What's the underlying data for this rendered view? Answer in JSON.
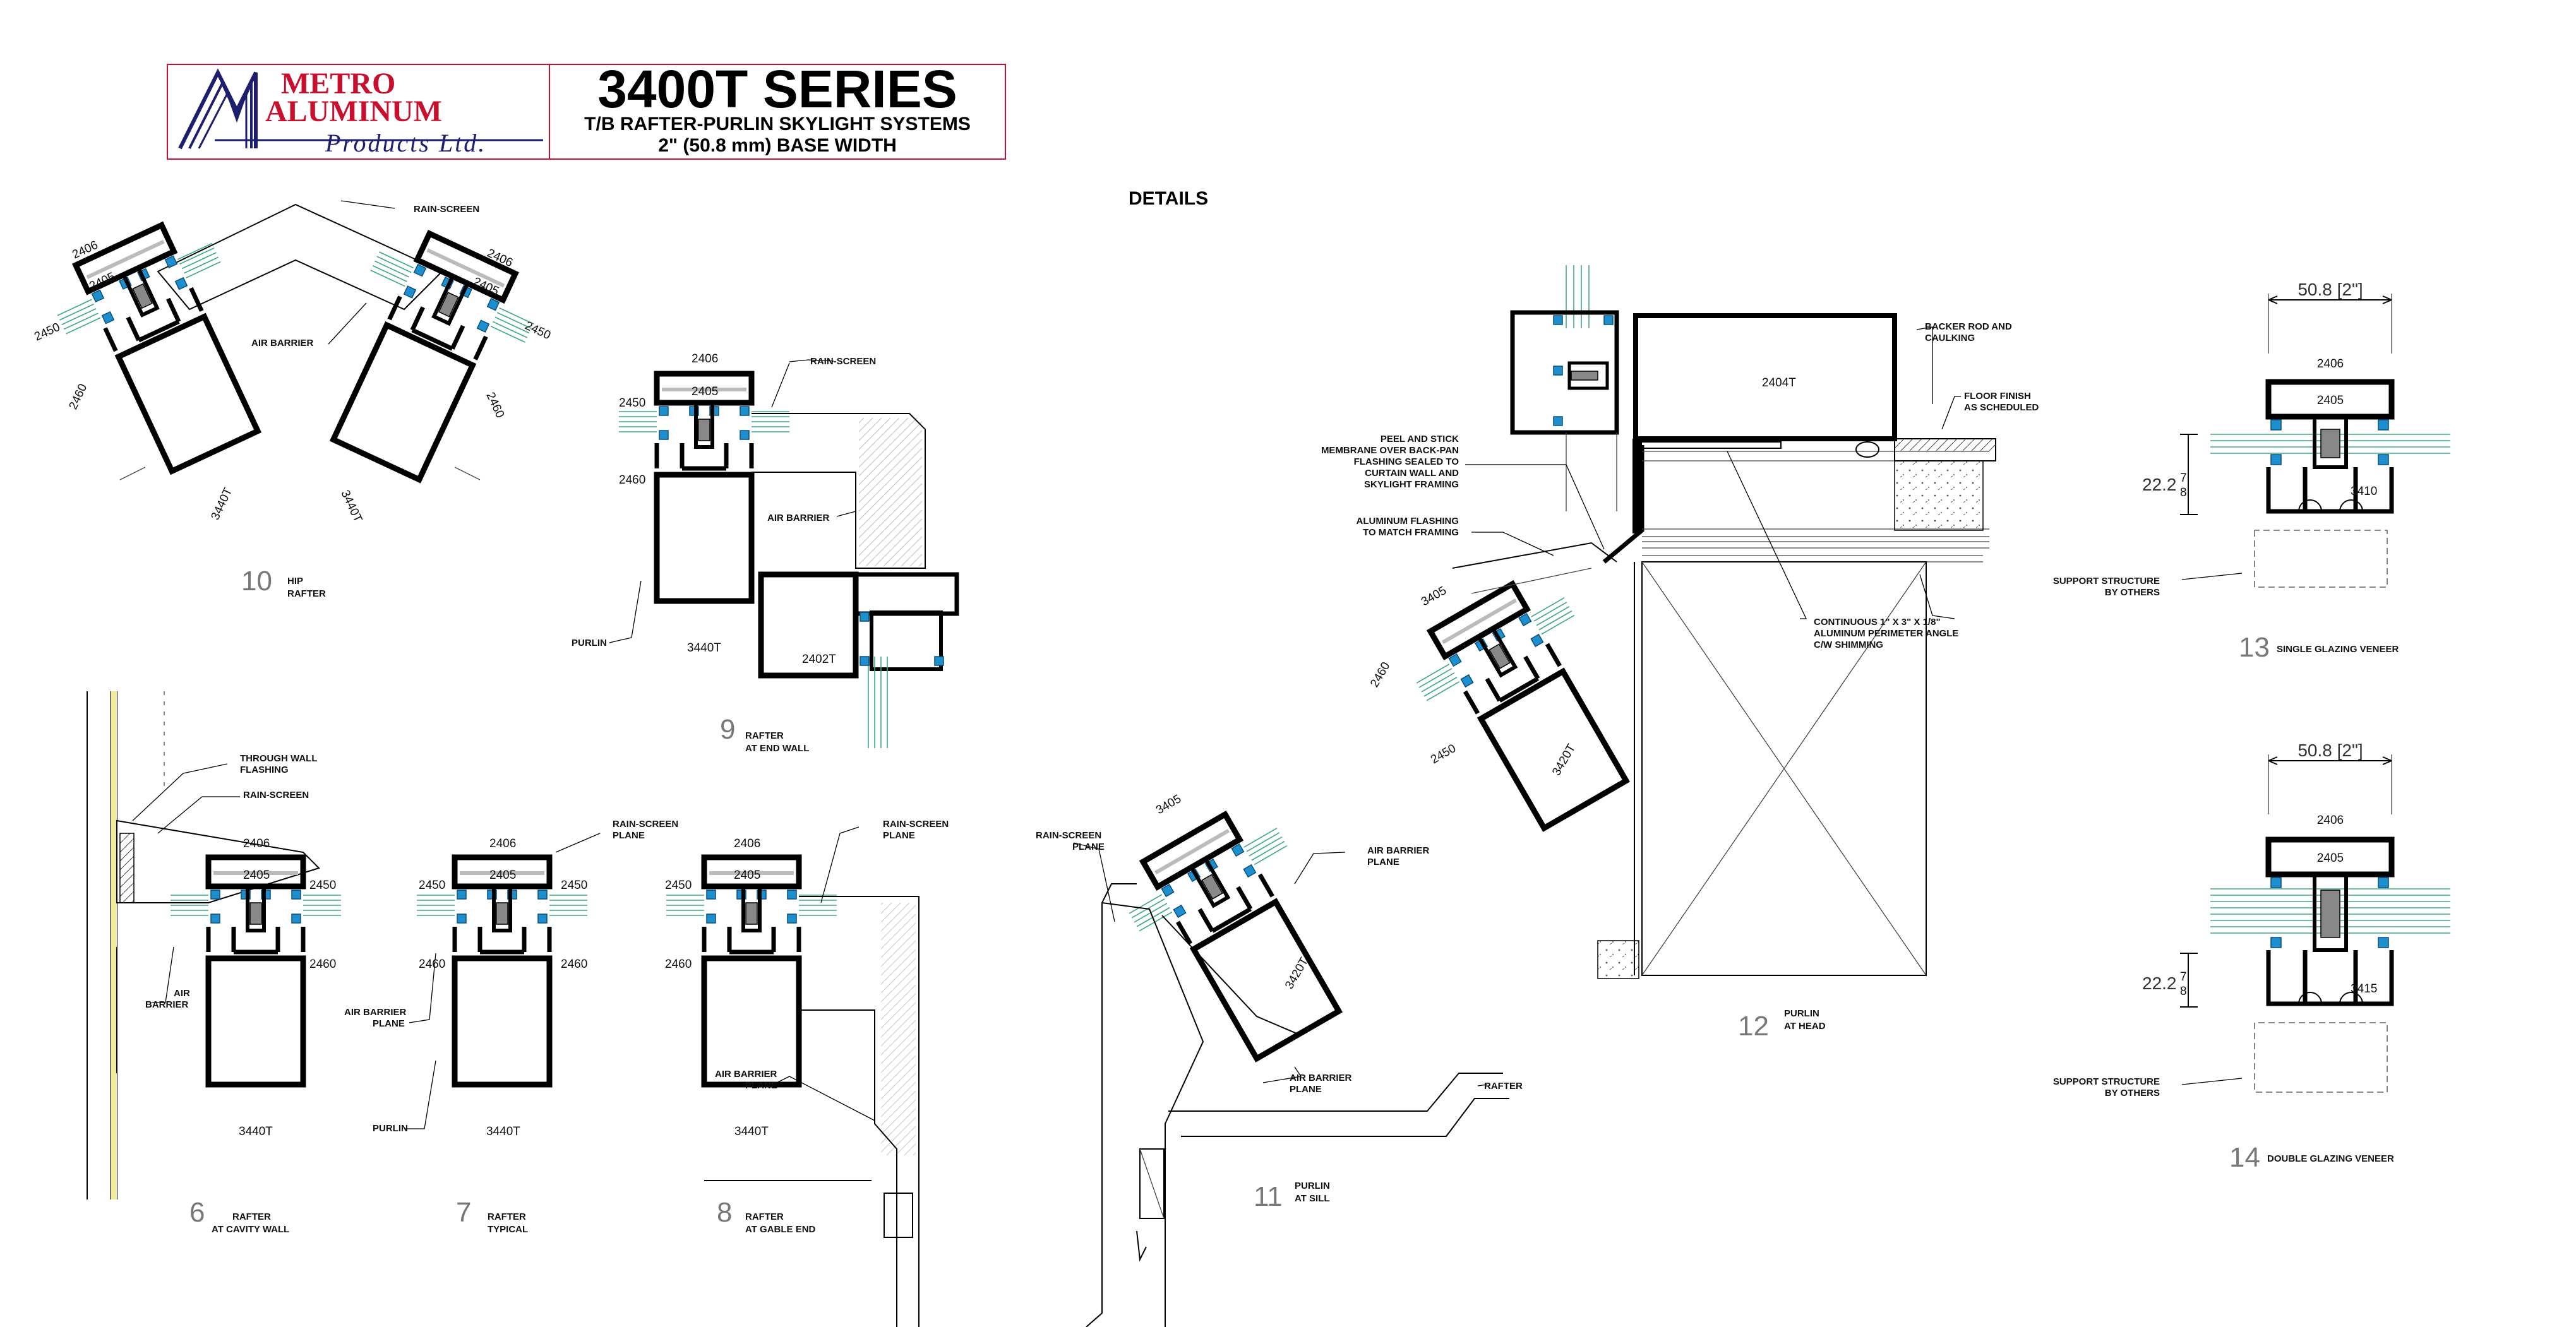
{
  "title_block": {
    "company_line1": "METRO",
    "company_line2": "ALUMINUM",
    "company_line3": "Products Ltd.",
    "series": "3400T SERIES",
    "subtitle1": "T/B RAFTER-PURLIN SKYLIGHT SYSTEMS",
    "subtitle2": "2\" (50.8 mm) BASE WIDTH",
    "brand_red": "#c8102e",
    "brand_navy": "#1e1e6e"
  },
  "section_heading": "DETAILS",
  "colors": {
    "gasket": "#1d8fcf",
    "glass": "#3aa883",
    "line": "#000000"
  },
  "details": {
    "d10": {
      "num": "10",
      "cap1": "HIP",
      "cap2": "RAFTER",
      "labels": [
        "RAIN-SCREEN",
        "AIR BARRIER"
      ],
      "parts": [
        "2406",
        "2405",
        "2450",
        "2460",
        "3440T",
        "2406",
        "2405",
        "2450",
        "2460",
        "3440T"
      ]
    },
    "d9": {
      "num": "9",
      "cap1": "RAFTER",
      "cap2": "AT END WALL",
      "labels": [
        "RAIN-SCREEN",
        "AIR BARRIER",
        "PURLIN"
      ],
      "parts": [
        "2406",
        "2405",
        "2450",
        "2460",
        "3440T",
        "2402T"
      ]
    },
    "d6": {
      "num": "6",
      "cap1": "RAFTER",
      "cap2": "AT CAVITY WALL",
      "labels": [
        "THROUGH WALL",
        "FLASHING",
        "RAIN-SCREEN",
        "AIR",
        "BARRIER"
      ],
      "parts": [
        "2406",
        "2405",
        "2450",
        "2460",
        "3440T"
      ]
    },
    "d7": {
      "num": "7",
      "cap1": "RAFTER",
      "cap2": "TYPICAL",
      "labels": [
        "RAIN-SCREEN",
        "PLANE",
        "AIR BARRIER",
        "PLANE",
        "PURLIN"
      ],
      "parts": [
        "2406",
        "2405",
        "2450",
        "2450",
        "2460",
        "2460",
        "3440T"
      ]
    },
    "d8": {
      "num": "8",
      "cap1": "RAFTER",
      "cap2": "AT GABLE END",
      "labels": [
        "RAIN-SCREEN",
        "PLANE",
        "AIR BARRIER",
        "PLANE"
      ],
      "parts": [
        "2406",
        "2405",
        "2450",
        "2460",
        "3440T"
      ]
    },
    "d11": {
      "num": "11",
      "cap1": "PURLIN",
      "cap2": "AT SILL",
      "labels": [
        "RAIN-SCREEN",
        "PLANE",
        "AIR BARRIER",
        "PLANE",
        "AIR BARRIER",
        "PLANE",
        "RAFTER"
      ],
      "parts": [
        "3405",
        "3420T"
      ]
    },
    "d12": {
      "num": "12",
      "cap1": "PURLIN",
      "cap2": "AT HEAD",
      "labels": [
        "BACKER ROD AND",
        "CAULKING",
        "FLOOR FINISH",
        "AS SCHEDULED",
        "PEEL AND STICK",
        "MEMBRANE OVER BACK-PAN",
        "FLASHING SEALED TO",
        "CURTAIN WALL AND",
        "SKYLIGHT FRAMING",
        "ALUMINUM FLASHING",
        "TO MATCH FRAMING",
        "CONTINUOUS 1\" X 3\" X 1/8\"",
        "ALUMINUM PERIMETER ANGLE",
        "C/W SHIMMING"
      ],
      "parts": [
        "2404T",
        "3405",
        "2460",
        "2450",
        "3420T"
      ]
    },
    "d13": {
      "num": "13",
      "caption": "SINGLE GLAZING VENEER",
      "dim_width": "50.8 [2\"]",
      "dim_height": "22.2",
      "frac_top": "7",
      "frac_bot": "8",
      "support1": "SUPPORT STRUCTURE",
      "support2": "BY OTHERS",
      "parts": [
        "2406",
        "2405",
        "3410"
      ]
    },
    "d14": {
      "num": "14",
      "caption": "DOUBLE GLAZING VENEER",
      "dim_width": "50.8 [2\"]",
      "dim_height": "22.2",
      "frac_top": "7",
      "frac_bot": "8",
      "support1": "SUPPORT STRUCTURE",
      "support2": "BY OTHERS",
      "parts": [
        "2406",
        "2405",
        "3415"
      ]
    }
  }
}
